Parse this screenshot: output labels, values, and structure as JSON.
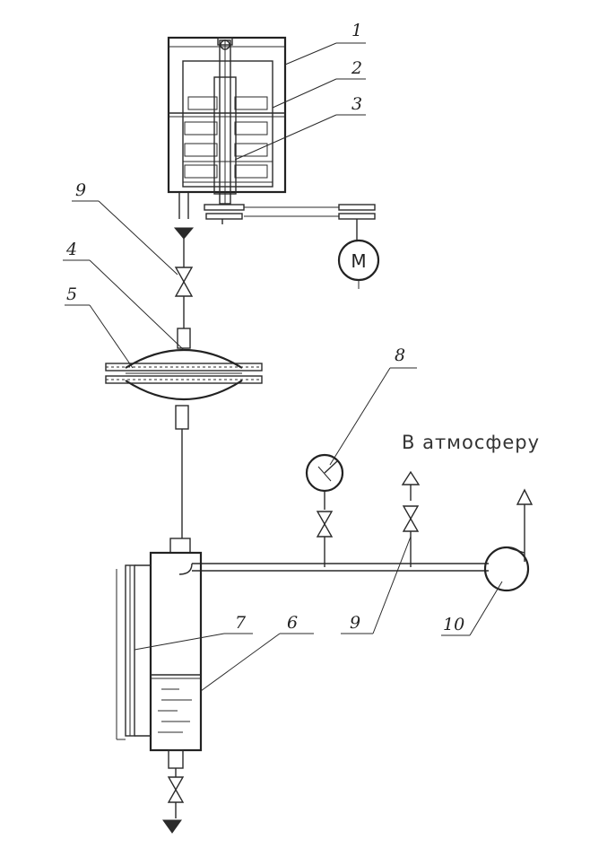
{
  "callouts": {
    "c1": "1",
    "c2": "2",
    "c3": "3",
    "c4": "4",
    "c5": "5",
    "c6": "6",
    "c7": "7",
    "c8": "8",
    "c9_top": "9",
    "c9_bottom": "9",
    "c10": "10"
  },
  "motor_label": "M",
  "atmosphere_label": "В атмосферу"
}
